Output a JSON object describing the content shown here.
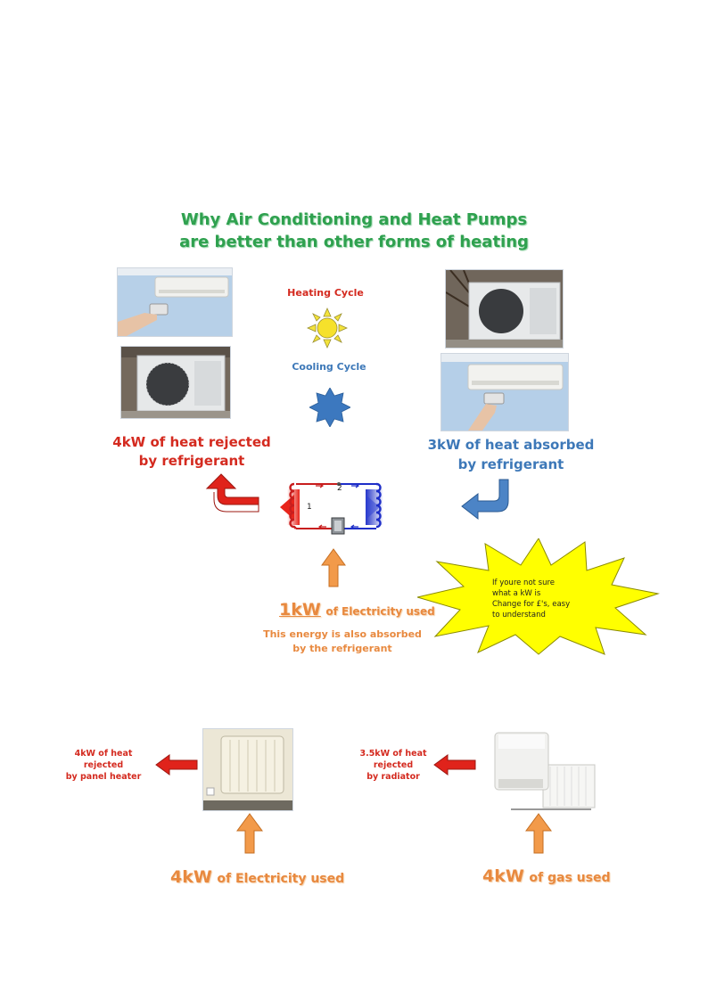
{
  "title": {
    "line1": "Why Air Conditioning and Heat Pumps",
    "line2": "are better than other forms of heating"
  },
  "cycles": {
    "heating_label": "Heating Cycle",
    "cooling_label": "Cooling Cycle"
  },
  "heat_pump": {
    "rejected_line1": "4kW of heat rejected",
    "rejected_line2": "by refrigerant",
    "absorbed_line1": "3kW of heat absorbed",
    "absorbed_line2": "by refrigerant",
    "diagram_label_1": "1",
    "diagram_label_2": "2",
    "electricity_amount": "1kW",
    "electricity_text": "of Electricity used",
    "absorb_note_line1": "This energy is also absorbed",
    "absorb_note_line2": "by the refrigerant"
  },
  "starburst": {
    "line1": "If youre not sure",
    "line2": "what a kW is",
    "line3": "Change for £'s, easy",
    "line4": "to understand"
  },
  "panel_heater": {
    "line1": "4kW of heat",
    "line2": "rejected",
    "line3": "by panel heater",
    "amount": "4kW",
    "text": "of Electricity used"
  },
  "gas_boiler": {
    "line1": "3.5kW of heat",
    "line2": "rejected",
    "line3": "by radiator",
    "amount": "4kW",
    "text": "of gas used"
  },
  "colors": {
    "title_green": "#2fa14f",
    "heat_red": "#d42a1f",
    "cool_blue": "#3d78b8",
    "energy_orange": "#e8893f",
    "star_yellow": "#fff200"
  }
}
